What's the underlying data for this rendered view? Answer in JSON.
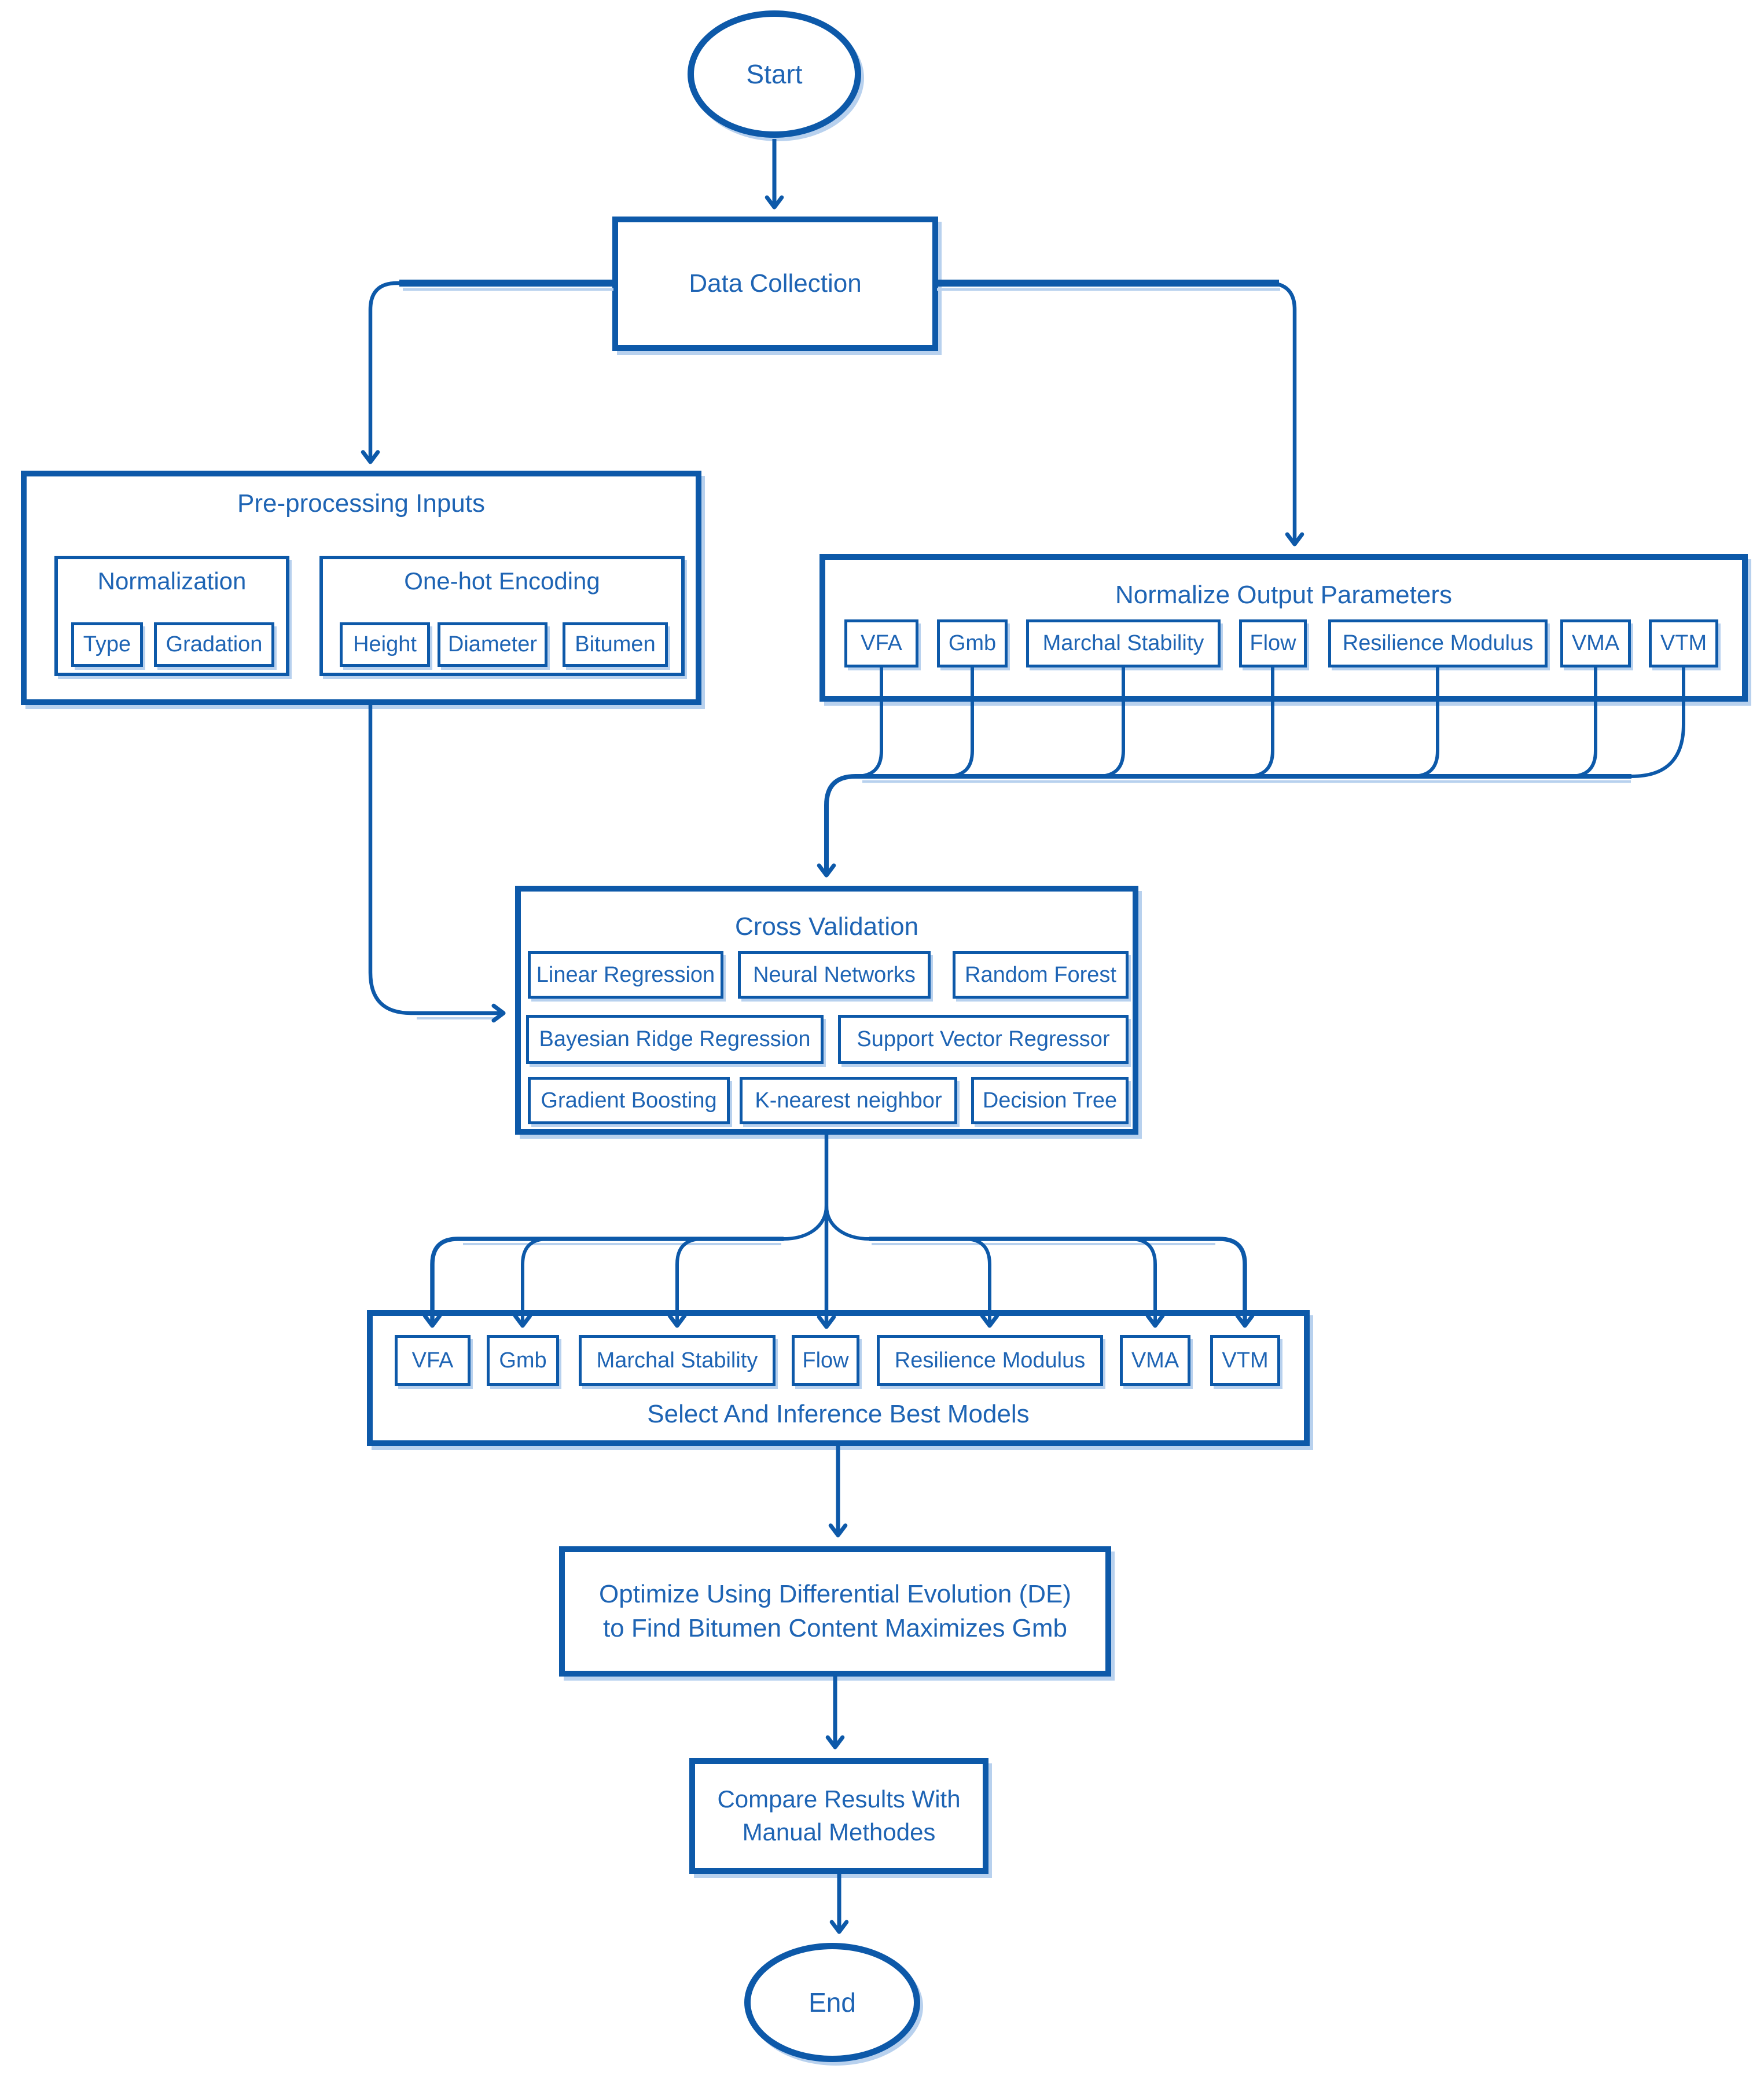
{
  "colors": {
    "line": "#0d59a9",
    "text": "#1e64b4",
    "shadow": "#b8d1ee",
    "background": "#ffffff"
  },
  "nodes": {
    "start": {
      "label": "Start"
    },
    "data_collection": {
      "label": "Data Collection"
    },
    "preprocessing": {
      "title": "Pre-processing Inputs",
      "groups": [
        {
          "title": "Normalization",
          "items": [
            "Type",
            "Gradation"
          ]
        },
        {
          "title": "One-hot Encoding",
          "items": [
            "Height",
            "Diameter",
            "Bitumen"
          ]
        }
      ]
    },
    "normalize_outputs": {
      "title": "Normalize Output Parameters",
      "params": [
        "VFA",
        "Gmb",
        "Marchal Stability",
        "Flow",
        "Resilience Modulus",
        "VMA",
        "VTM"
      ]
    },
    "cross_validation": {
      "title": "Cross Validation",
      "rows": [
        [
          "Linear Regression",
          "Neural Networks",
          "Random Forest"
        ],
        [
          "Bayesian Ridge Regression",
          "Support Vector Regressor"
        ],
        [
          "Gradient Boosting",
          "K-nearest neighbor",
          "Decision Tree"
        ]
      ]
    },
    "select_models": {
      "title": "Select And Inference Best Models",
      "params": [
        "VFA",
        "Gmb",
        "Marchal Stability",
        "Flow",
        "Resilience Modulus",
        "VMA",
        "VTM"
      ]
    },
    "optimize": {
      "line1": "Optimize Using Differential Evolution (DE)",
      "line2": "to Find Bitumen Content Maximizes Gmb"
    },
    "compare": {
      "line1": "Compare Results With",
      "line2": "Manual Methodes"
    },
    "end": {
      "label": "End"
    }
  }
}
